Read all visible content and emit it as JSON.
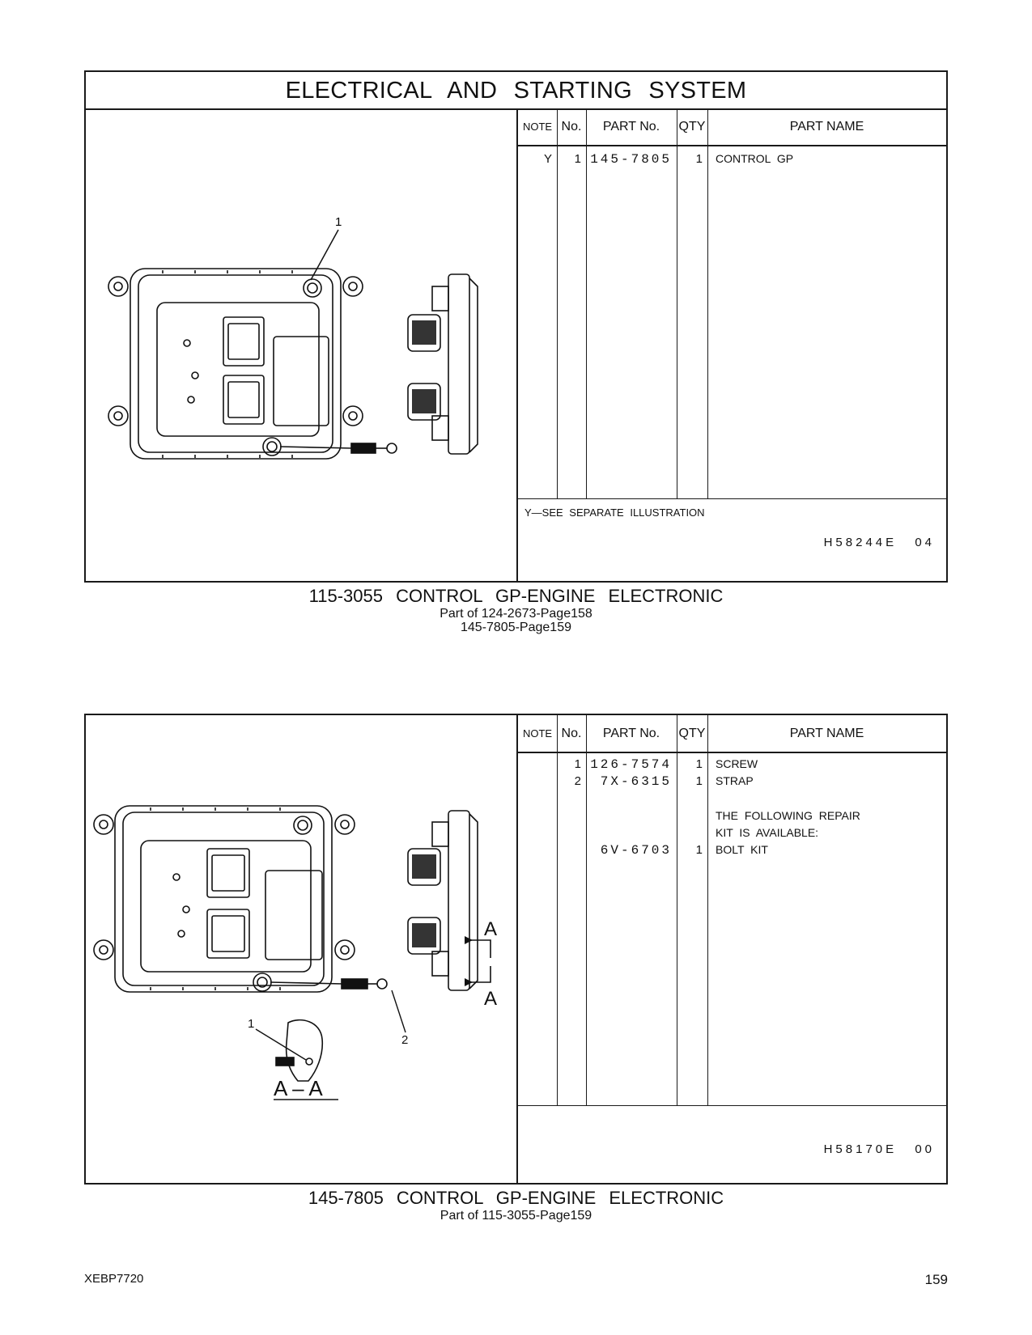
{
  "section_title": "ELECTRICAL AND STARTING SYSTEM",
  "headers": {
    "note": "NOTE",
    "no": "No.",
    "part_no": "PART No.",
    "qty": "QTY",
    "part_name": "PART NAME"
  },
  "block1": {
    "rows": [
      {
        "note": "Y",
        "no": "1",
        "part_no": "145-7805",
        "qty": "1",
        "name": "CONTROL GP"
      }
    ],
    "footnote": "Y—SEE SEPARATE ILLUSTRATION",
    "code": "H58244E",
    "code_suffix": "04",
    "callouts": [
      "1"
    ],
    "caption_main": "115-3055 CONTROL GP-ENGINE ELECTRONIC",
    "caption_sub1": "Part of 124-2673-Page158",
    "caption_sub2": "145-7805-Page159"
  },
  "block2": {
    "rows": [
      {
        "note": "",
        "no": "1",
        "part_no": "126-7574",
        "qty": "1",
        "name": "SCREW"
      },
      {
        "note": "",
        "no": "2",
        "part_no": "7X-6315",
        "qty": "1",
        "name": "STRAP"
      }
    ],
    "repair_note_1": "THE FOLLOWING REPAIR",
    "repair_note_2": "KIT IS AVAILABLE:",
    "kit": {
      "part_no": "6V-6703",
      "qty": "1",
      "name": "BOLT KIT"
    },
    "code": "H58170E",
    "code_suffix": "00",
    "callouts": [
      "1",
      "2"
    ],
    "section_letter_top": "A",
    "section_letter_bottom": "A",
    "section_view_label": "A – A",
    "caption_main": "145-7805 CONTROL GP-ENGINE ELECTRONIC",
    "caption_sub1": "Part of 115-3055-Page159"
  },
  "page_footer": {
    "doc_id": "XEBP7720",
    "page_number": "159"
  }
}
